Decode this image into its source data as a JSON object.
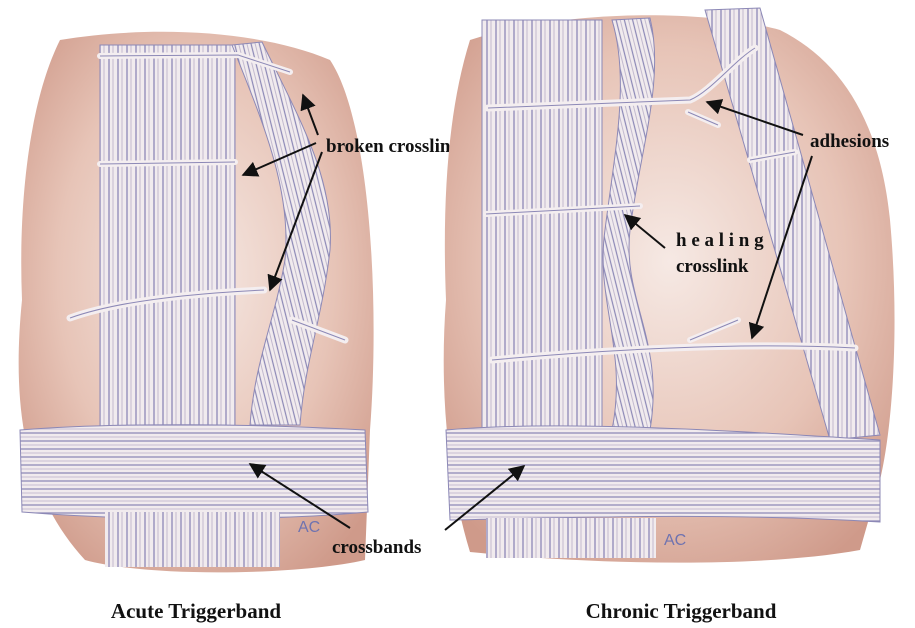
{
  "panels": {
    "acute": {
      "caption": "Acute Triggerband",
      "labels": {
        "broken_crosslinks": "broken crosslinks",
        "crossbands": "crossbands"
      },
      "signature": "AC"
    },
    "chronic": {
      "caption": "Chronic Triggerband",
      "labels": {
        "adhesions": "adhesions",
        "healing_line1": "h e a l i n g",
        "healing_line2": "crosslink"
      },
      "signature": "AC"
    }
  },
  "colors": {
    "tissue": "#e6c3b6",
    "tissue_dark": "#c98f80",
    "fiber": "#f3eef0",
    "fiber_shadow": "#8e8bb8",
    "arrow": "#111111"
  }
}
